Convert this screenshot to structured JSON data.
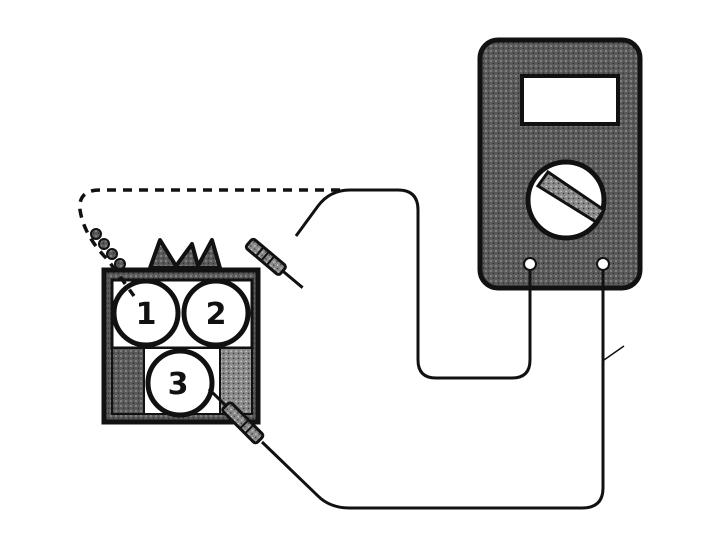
{
  "diagram": {
    "connector": {
      "terminals": [
        {
          "id": "t1",
          "label": "1"
        },
        {
          "id": "t2",
          "label": "2"
        },
        {
          "id": "t3",
          "label": "3"
        }
      ]
    },
    "colors": {
      "ink": "#111111",
      "body_dark": "#3a3a3a",
      "body_texture": "#7a7a7a",
      "meter_body": "#4a4a4a",
      "paper": "#ffffff"
    },
    "icons": {
      "meter": "multimeter-icon",
      "dial": "selector-dial-icon",
      "probe": "probe-icon",
      "jumper": "jumper-wire-icon"
    }
  }
}
